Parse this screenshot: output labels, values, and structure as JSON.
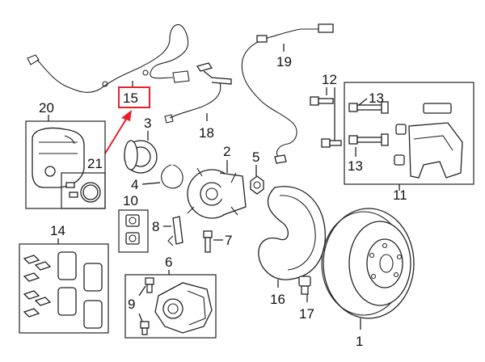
{
  "callouts": {
    "c1": "1",
    "c2": "2",
    "c3": "3",
    "c4": "4",
    "c5": "5",
    "c6": "6",
    "c7": "7",
    "c8": "8",
    "c9": "9",
    "c10": "10",
    "c11": "11",
    "c12": "12",
    "c13a": "13",
    "c13b": "13",
    "c14": "14",
    "c15": "15",
    "c16": "16",
    "c17": "17",
    "c18": "18",
    "c19": "19",
    "c20": "20",
    "c21": "21"
  },
  "highlight": {
    "callout": "15",
    "box_color": "#e8202a",
    "arrow_color": "#e8202a"
  },
  "colors": {
    "line": "#111111",
    "background": "#ffffff"
  }
}
